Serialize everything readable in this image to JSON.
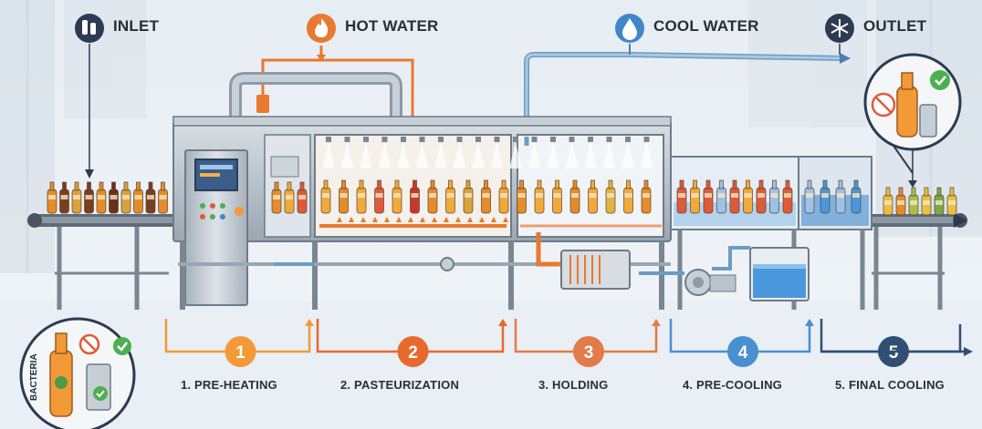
{
  "inputs": [
    {
      "key": "inlet",
      "label": "INLET",
      "icon": "bottles-icon",
      "color": "#2d3a52"
    },
    {
      "key": "hot_water",
      "label": "HOT WATER",
      "icon": "flame-icon",
      "color": "#e8792e"
    },
    {
      "key": "cool_water",
      "label": "COOL WATER",
      "icon": "water-drop-icon",
      "color": "#3f87c9"
    },
    {
      "key": "outlet",
      "label": "OUTLET",
      "icon": "snowflake-icon",
      "color": "#2d3a52"
    }
  ],
  "stages": [
    {
      "number": "1",
      "label": "1. PRE-HEATING",
      "color": "#f29a38"
    },
    {
      "number": "2",
      "label": "2. PASTEURIZATION",
      "color": "#e8682e"
    },
    {
      "number": "3",
      "label": "3. HOLDING",
      "color": "#e37a4a"
    },
    {
      "number": "4",
      "label": "4. PRE-COOLING",
      "color": "#4a8fce"
    },
    {
      "number": "5",
      "label": "5. FINAL COOLING",
      "color": "#2f4f74"
    }
  ],
  "inset_before": {
    "label": "BACTERIA",
    "icon": "bacteria-icon"
  },
  "inset_after": {
    "icon": "check-icon"
  }
}
